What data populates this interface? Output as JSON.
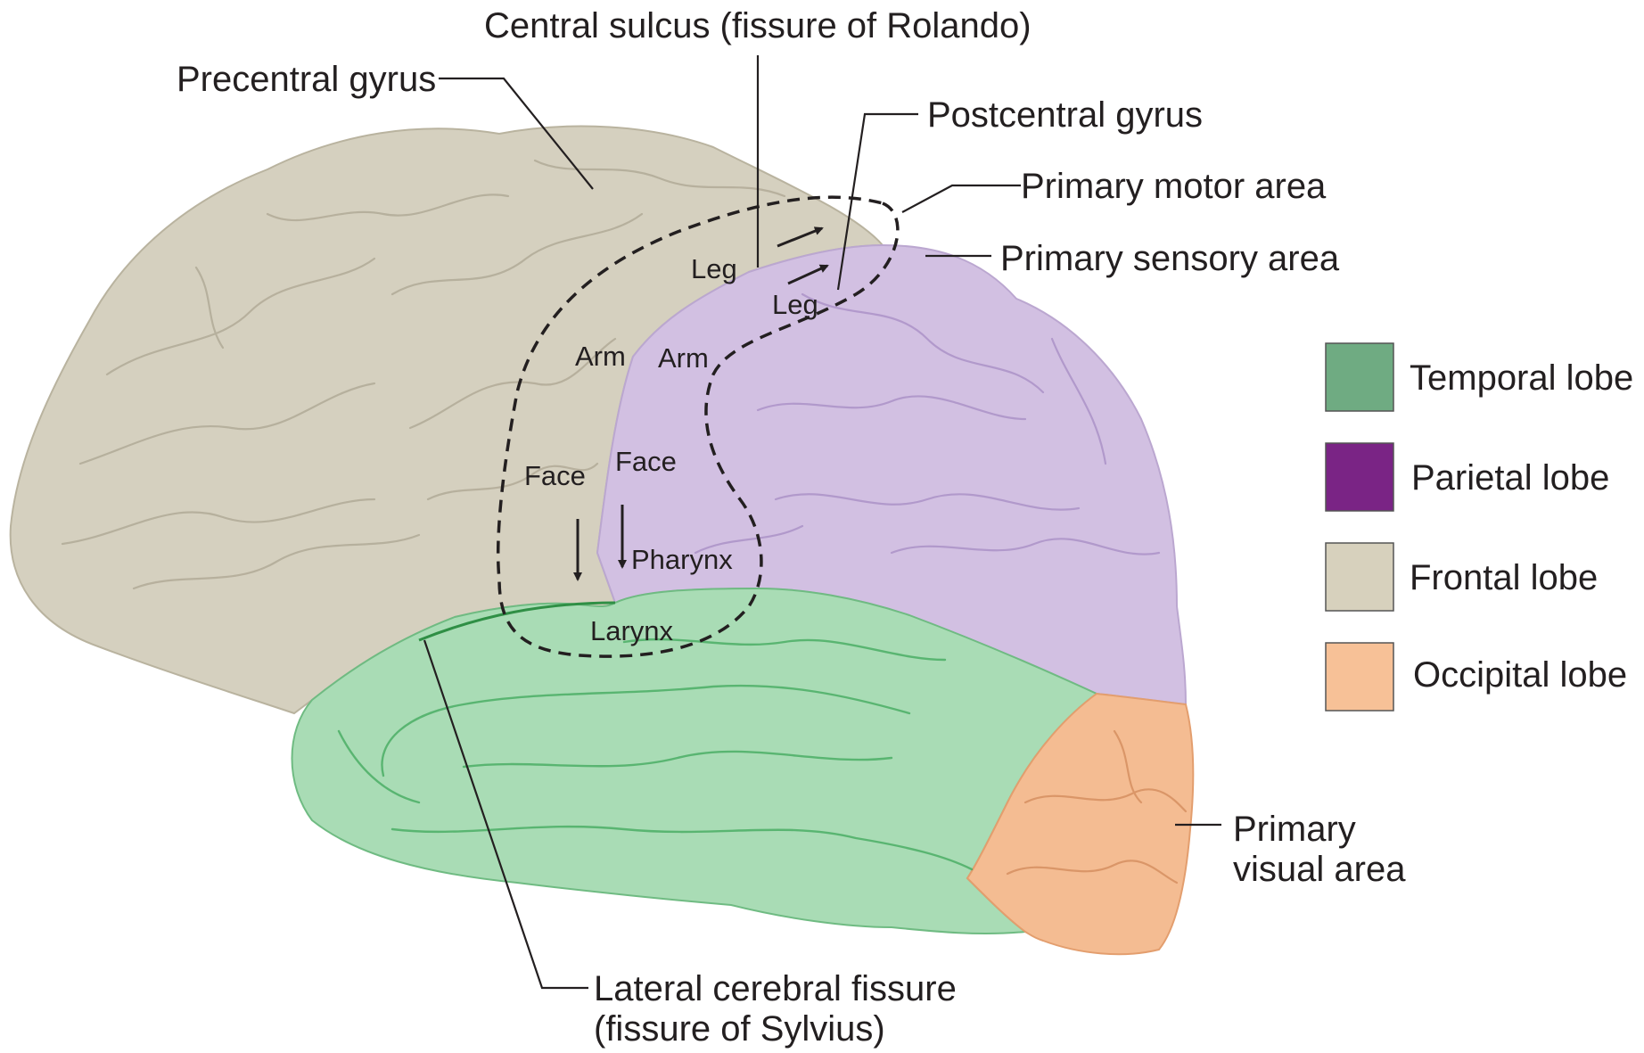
{
  "colors": {
    "frontal": "#d5d0bf",
    "parietal": "#d2c0e2",
    "temporal": "#a9dcb5",
    "occipital": "#f4bc92",
    "legend_temporal": "#6fab82",
    "legend_parietal": "#7a2485",
    "legend_frontal": "#d7d1bd",
    "legend_occipital": "#f7c197"
  },
  "labels": {
    "central_sulcus": "Central sulcus (fissure of Rolando)",
    "precentral_gyrus": "Precentral gyrus",
    "postcentral_gyrus": "Postcentral gyrus",
    "primary_motor_area": "Primary motor area",
    "primary_sensory_area": "Primary sensory area",
    "primary_visual_line1": "Primary",
    "primary_visual_line2": "visual area",
    "lateral_fissure_line1": "Lateral cerebral fissure",
    "lateral_fissure_line2": "(fissure of Sylvius)"
  },
  "motor_map": {
    "leg": "Leg",
    "arm": "Arm",
    "face": "Face"
  },
  "sensory_map": {
    "leg": "Leg",
    "arm": "Arm",
    "face": "Face",
    "pharynx": "Pharynx",
    "larynx": "Larynx"
  },
  "legend": [
    {
      "label": "Temporal lobe",
      "color": "#6fab82"
    },
    {
      "label": "Parietal lobe",
      "color": "#7a2485"
    },
    {
      "label": "Frontal lobe",
      "color": "#d7d1bd"
    },
    {
      "label": "Occipital lobe",
      "color": "#f7c197"
    }
  ]
}
